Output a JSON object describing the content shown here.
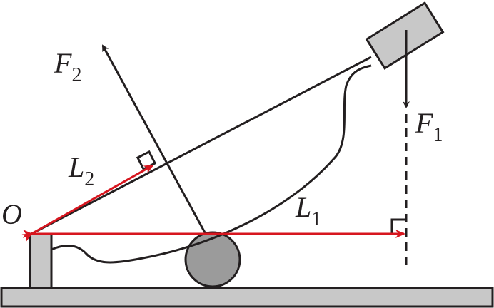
{
  "labels": {
    "f2": {
      "main": "F",
      "sub": "2"
    },
    "f1": {
      "main": "F",
      "sub": "1"
    },
    "l2": {
      "main": "L",
      "sub": "2"
    },
    "l1": {
      "main": "L",
      "sub": "1"
    },
    "o": "O"
  },
  "colors": {
    "line": "#231f20",
    "arm": "#d7161f",
    "part_fill": "#c8c8c8",
    "wheel_fill": "#9b9b9b"
  }
}
